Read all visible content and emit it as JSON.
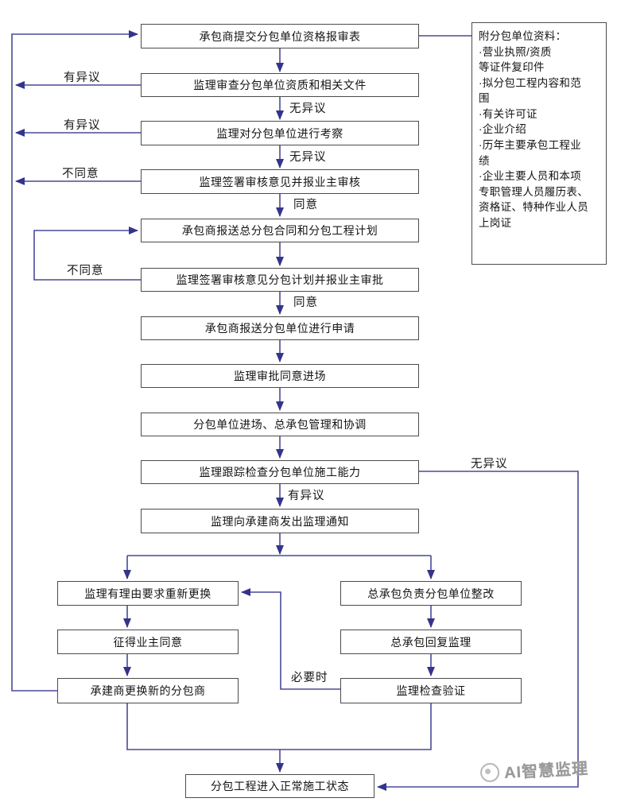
{
  "diagram": {
    "type": "flowchart",
    "language": "zh-CN",
    "colors": {
      "line": "#4a4a96",
      "arrowhead": "#34348c",
      "box_border": "#4c4c4c",
      "background": "#ffffff",
      "text": "#141414",
      "watermark": "#999999"
    }
  },
  "nodes": {
    "n1": {
      "label": "承包商提交分包单位资格报审表"
    },
    "n2": {
      "label": "监理审查分包单位资质和相关文件"
    },
    "n3": {
      "label": "监理对分包单位进行考察"
    },
    "n4": {
      "label": "监理签署审核意见并报业主审核"
    },
    "n5": {
      "label": "承包商报送总分包合同和分包工程计划"
    },
    "n6": {
      "label": "监理签署审核意见分包计划并报业主审批"
    },
    "n7": {
      "label": "承包商报送分包单位进行申请"
    },
    "n8": {
      "label": "监理审批同意进场"
    },
    "n9": {
      "label": "分包单位进场、总承包管理和协调"
    },
    "n10": {
      "label": "监理跟踪检查分包单位施工能力"
    },
    "n11": {
      "label": "监理向承建商发出监理通知"
    },
    "left1": {
      "label": "监理有理由要求重新更换"
    },
    "left2": {
      "label": "征得业主同意"
    },
    "left3": {
      "label": "承建商更换新的分包商"
    },
    "right1": {
      "label": "总承包负责分包单位整改"
    },
    "right2": {
      "label": "总承包回复监理"
    },
    "right3": {
      "label": "监理检查验证"
    },
    "final": {
      "label": "分包工程进入正常施工状态"
    }
  },
  "edge_labels": {
    "objection1": "有异议",
    "objection2": "有异议",
    "objection3": "有异议",
    "disagree1": "不同意",
    "disagree2": "不同意",
    "no_objection1": "无异议",
    "no_objection2": "无异议",
    "no_objection3": "无异议",
    "agree1": "同意",
    "agree2": "同意",
    "when_necessary": "必要时"
  },
  "side_panel": {
    "text": "附分包单位资料：\n·营业执照/资质\n等证件复印件\n·拟分包工程内容和范\n围\n·有关许可证\n·企业介绍\n·历年主要承包工程业\n绩\n·企业主要人员和本项\n专职管理人员履历表、\n资格证、特种作业人员\n上岗证"
  },
  "watermark": {
    "text": "AI智慧监理"
  }
}
